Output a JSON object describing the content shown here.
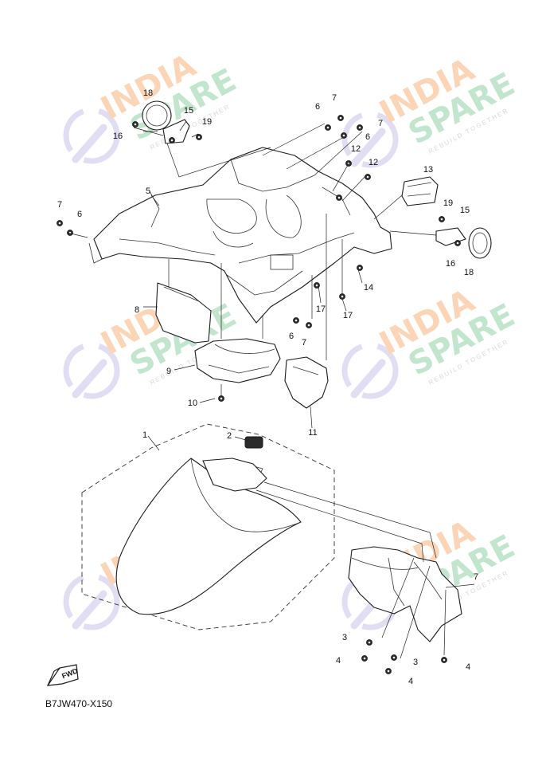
{
  "diagram_code": "B7JW470-X150",
  "fwd_label": "FWD",
  "watermark": {
    "line1": "INDIA",
    "line2": "SPARE",
    "tagline": "REBUILD TOGETHER",
    "colors": {
      "india": "#f7b27a",
      "spare": "#8fd1a5",
      "tagline": "#b9b9b9",
      "wrench": "#c9c3ea"
    }
  },
  "callouts": [
    {
      "id": "c1",
      "text": "1"
    },
    {
      "id": "c2",
      "text": "2"
    },
    {
      "id": "c3a",
      "text": "3"
    },
    {
      "id": "c3b",
      "text": "3"
    },
    {
      "id": "c4a",
      "text": "4"
    },
    {
      "id": "c4b",
      "text": "4"
    },
    {
      "id": "c4c",
      "text": "4"
    },
    {
      "id": "c5",
      "text": "5"
    },
    {
      "id": "c6a",
      "text": "6"
    },
    {
      "id": "c6b",
      "text": "6"
    },
    {
      "id": "c6c",
      "text": "6"
    },
    {
      "id": "c6d",
      "text": "6"
    },
    {
      "id": "c7a",
      "text": "7"
    },
    {
      "id": "c7b",
      "text": "7"
    },
    {
      "id": "c7c",
      "text": "7"
    },
    {
      "id": "c7d",
      "text": "7"
    },
    {
      "id": "c7e",
      "text": "7"
    },
    {
      "id": "c8",
      "text": "8"
    },
    {
      "id": "c9",
      "text": "9"
    },
    {
      "id": "c10",
      "text": "10"
    },
    {
      "id": "c11",
      "text": "11"
    },
    {
      "id": "c12a",
      "text": "12"
    },
    {
      "id": "c12b",
      "text": "12"
    },
    {
      "id": "c13",
      "text": "13"
    },
    {
      "id": "c14",
      "text": "14"
    },
    {
      "id": "c15a",
      "text": "15"
    },
    {
      "id": "c15b",
      "text": "15"
    },
    {
      "id": "c16a",
      "text": "16"
    },
    {
      "id": "c16b",
      "text": "16"
    },
    {
      "id": "c17a",
      "text": "17"
    },
    {
      "id": "c17b",
      "text": "17"
    },
    {
      "id": "c18a",
      "text": "18"
    },
    {
      "id": "c18b",
      "text": "18"
    },
    {
      "id": "c19a",
      "text": "19"
    },
    {
      "id": "c19b",
      "text": "19"
    }
  ]
}
